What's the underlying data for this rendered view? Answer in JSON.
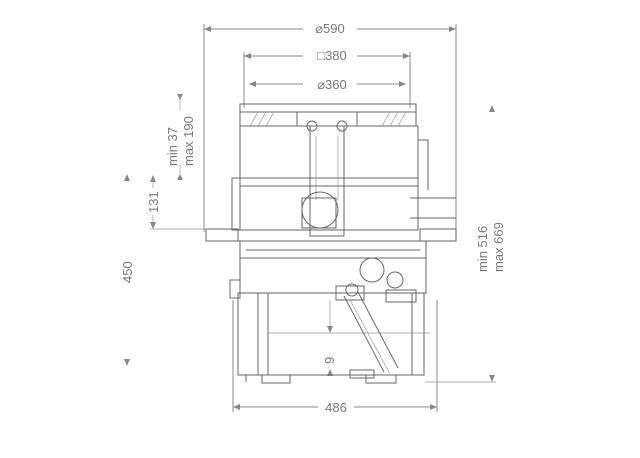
{
  "drawing": {
    "dimensions": {
      "outer_diameter": "⌀590",
      "square_cutout": "□380",
      "inner_diameter": "⌀360",
      "ceiling_thickness_min": "min 37",
      "ceiling_thickness_max": "max 190",
      "upper_height": "131",
      "total_height": "450",
      "small_offset": "9",
      "width": "486",
      "depth_min": "min 516",
      "depth_max": "max 669"
    }
  }
}
